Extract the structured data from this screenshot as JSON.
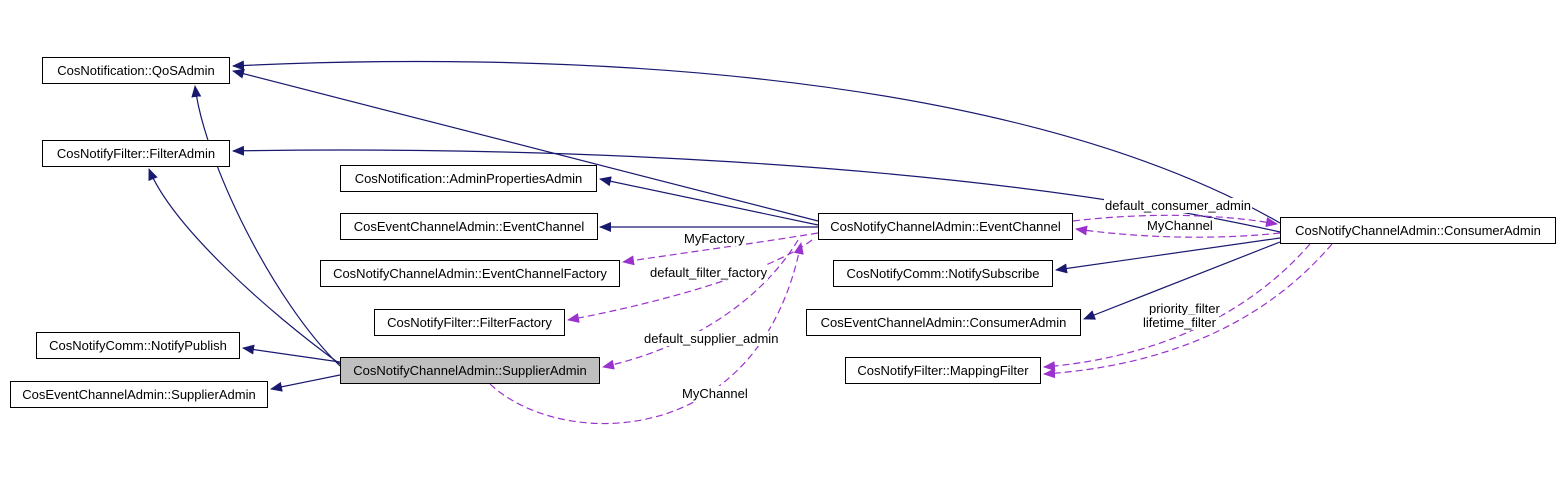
{
  "diagram": {
    "type": "collaboration-diagram",
    "nodes": [
      {
        "label": "CosNotification::QoSAdmin",
        "highlighted": false
      },
      {
        "label": "CosNotifyFilter::FilterAdmin",
        "highlighted": false
      },
      {
        "label": "CosNotification::AdminPropertiesAdmin",
        "highlighted": false
      },
      {
        "label": "CosEventChannelAdmin::EventChannel",
        "highlighted": false
      },
      {
        "label": "CosNotifyChannelAdmin::EventChannelFactory",
        "highlighted": false
      },
      {
        "label": "CosNotifyFilter::FilterFactory",
        "highlighted": false
      },
      {
        "label": "CosNotifyComm::NotifyPublish",
        "highlighted": false
      },
      {
        "label": "CosNotifyChannelAdmin::SupplierAdmin",
        "highlighted": true
      },
      {
        "label": "CosEventChannelAdmin::SupplierAdmin",
        "highlighted": false
      },
      {
        "label": "CosNotifyChannelAdmin::EventChannel",
        "highlighted": false
      },
      {
        "label": "CosNotifyComm::NotifySubscribe",
        "highlighted": false
      },
      {
        "label": "CosEventChannelAdmin::ConsumerAdmin",
        "highlighted": false
      },
      {
        "label": "CosNotifyFilter::MappingFilter",
        "highlighted": false
      },
      {
        "label": "CosNotifyChannelAdmin::ConsumerAdmin",
        "highlighted": false
      }
    ],
    "edge_labels": {
      "my_factory": "MyFactory",
      "default_filter_factory": "default_filter_factory",
      "default_supplier_admin": "default_supplier_admin",
      "my_channel_supplier": "MyChannel",
      "default_consumer_admin": "default_consumer_admin",
      "my_channel_consumer": "MyChannel",
      "priority_filter": "priority_filter",
      "lifetime_filter": "lifetime_filter"
    },
    "colors": {
      "inheritance_edge": "#191970",
      "usage_edge": "#9a32cd",
      "node_border": "#000000",
      "node_background": "#ffffff",
      "highlight_fill": "#bfbfbf"
    }
  }
}
